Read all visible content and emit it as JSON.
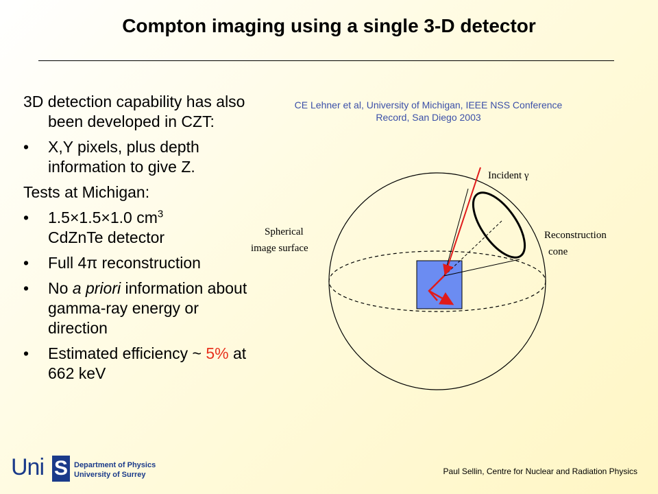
{
  "title": "Compton imaging using a single 3-D detector",
  "left": {
    "p1": "3D detection capability has also been developed in CZT:",
    "b1": "X,Y pixels, plus depth information to give Z.",
    "p2": "Tests at Michigan:",
    "b2_a": "1.5",
    "b2_times1": "×",
    "b2_b": "1.5",
    "b2_times2": "×",
    "b2_c": "1.0 cm",
    "b2_sup": "3",
    "b2_rest": "CdZnTe detector",
    "b3_a": "Full 4",
    "b3_pi": "π",
    "b3_b": " reconstruction",
    "b4_a": "No ",
    "b4_em": "a priori",
    "b4_b": " information about gamma-ray energy or direction",
    "b5_a": "Estimated efficiency ~ ",
    "b5_red": "5%",
    "b5_b": " at 662 keV",
    "bullet_glyph": "•"
  },
  "citation": {
    "line1": "CE Lehner et al, University of Michigan, IEEE NSS Conference",
    "line2": "Record, San Diego 2003"
  },
  "diagram": {
    "incident_label": "Incident γ",
    "spherical_line1": "Spherical",
    "spherical_line2": "image surface",
    "recon_line1": "Reconstruction",
    "recon_line2": "cone",
    "colors": {
      "detector": "#6b8cf2",
      "ray": "#e01b1b",
      "line": "#000000"
    }
  },
  "footer": {
    "credit": "Paul Sellin, Centre for Nuclear and Radiation Physics",
    "logo_uni": "Uni",
    "logo_s": "S",
    "logo_dept": "Department of Physics",
    "logo_univ": "University of Surrey"
  }
}
